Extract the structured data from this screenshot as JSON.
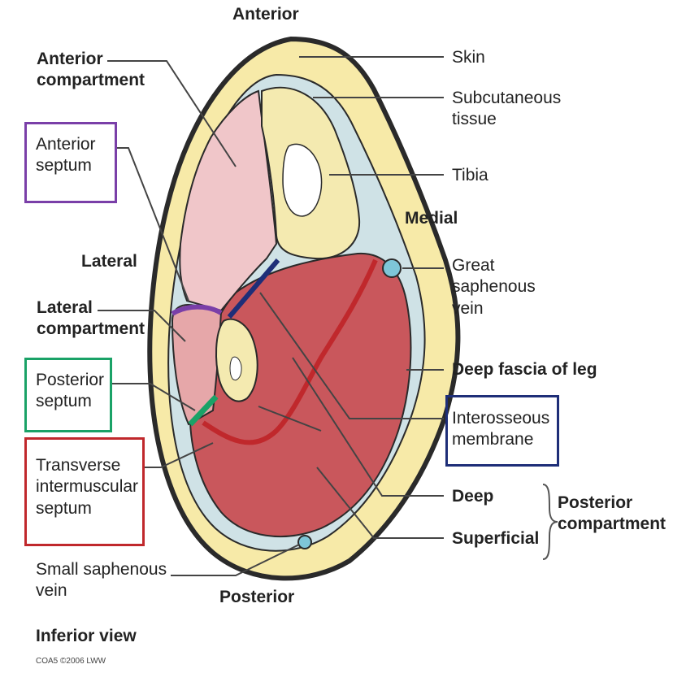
{
  "orientation": {
    "anterior": "Anterior",
    "posterior": "Posterior",
    "medial": "Medial",
    "lateral": "Lateral"
  },
  "left_labels": {
    "anterior_compartment": [
      "Anterior",
      "compartment"
    ],
    "anterior_septum": [
      "Anterior",
      "septum"
    ],
    "lateral_compartment": [
      "Lateral",
      "compartment"
    ],
    "posterior_septum": [
      "Posterior",
      "septum"
    ],
    "transverse_septum": [
      "Transverse",
      "intermuscular",
      "septum"
    ],
    "small_saphenous_vein": [
      "Small saphenous",
      "vein"
    ]
  },
  "right_labels": {
    "skin": "Skin",
    "subcutaneous_tissue": [
      "Subcutaneous",
      "tissue"
    ],
    "tibia": "Tibia",
    "great_saphenous_vein": [
      "Great",
      "saphenous",
      "vein"
    ],
    "deep_fascia": "Deep fascia of leg",
    "interosseous_membrane": [
      "Interosseous",
      "membrane"
    ],
    "deep": "Deep",
    "superficial": "Superficial",
    "posterior_compartment": [
      "Posterior",
      "compartment"
    ]
  },
  "footer": {
    "view": "Inferior view",
    "credit": "COA5 ©2006 LWW"
  },
  "colors": {
    "skin_outline": "#2a2a2a",
    "subcutaneous": "#f7eaa8",
    "anterior_muscle": "#f0c6c9",
    "lateral_muscle": "#e6a7a9",
    "posterior_muscle": "#c9575c",
    "bone": "#f4eab0",
    "marrow": "#ffffff",
    "anterior_septum_line": "#7a3fa8",
    "posterior_septum_line": "#1aa267",
    "transverse_septum_line": "#c0282c",
    "interosseous_line": "#1e2e78",
    "vein": "#7ec6d8"
  }
}
